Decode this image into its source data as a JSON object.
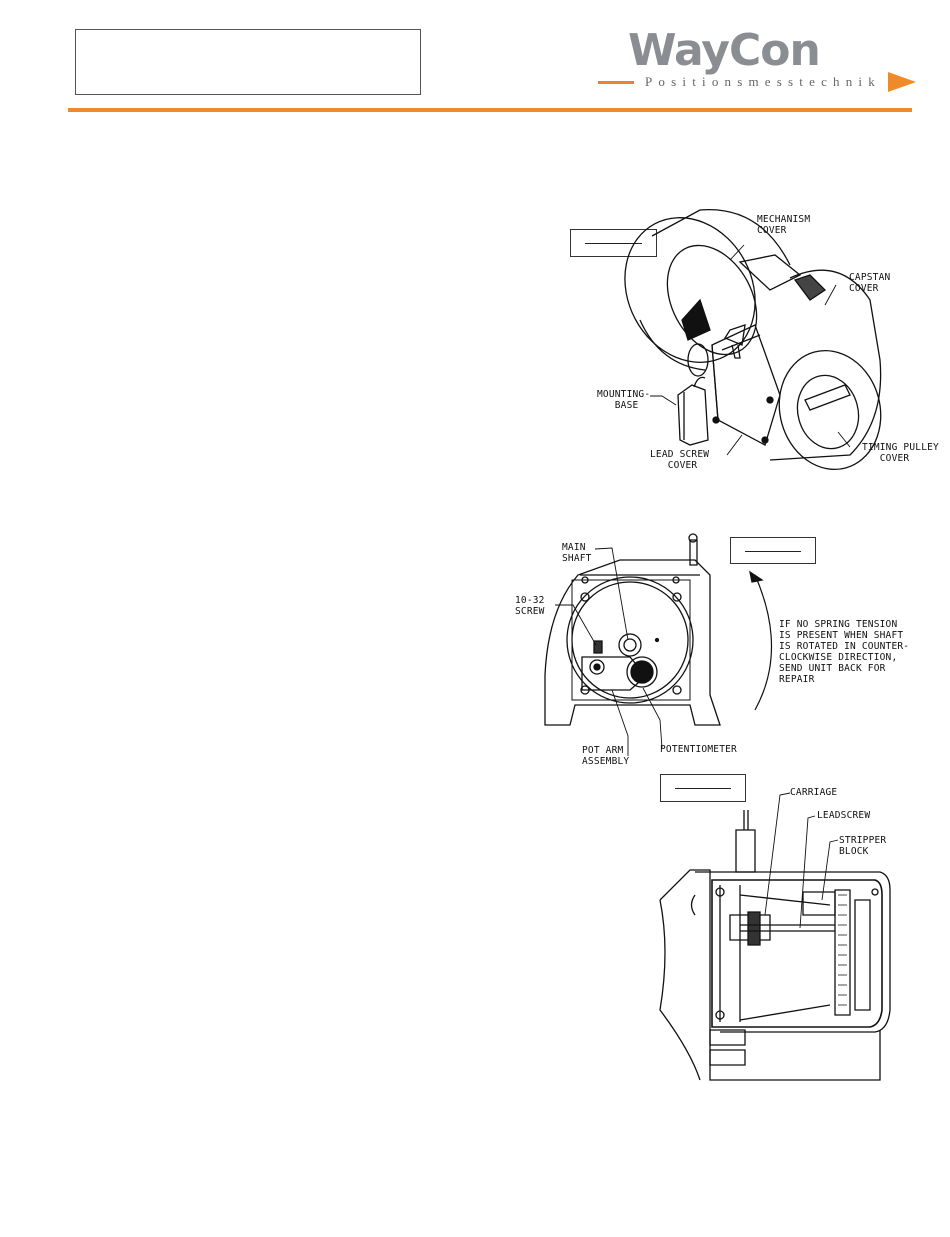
{
  "header": {
    "logo_text": "WayCon",
    "logo_tagline": "Positionsmesstechnik",
    "brand_colors": {
      "orange": "#ef8a2a",
      "logo_grey": "#8a8d92"
    }
  },
  "figure1": {
    "labels": {
      "mechanism_cover": "MECHANISM\nCOVER",
      "capstan_cover": "CAPSTAN\nCOVER",
      "mounting_base": "MOUNTING-\n   BASE",
      "lead_screw_cover": "LEAD SCREW\n   COVER",
      "timing_pulley_cover": "TIMING PULLEY\n   COVER"
    }
  },
  "figure2": {
    "labels": {
      "main_shaft": "MAIN\nSHAFT",
      "screw": "10-32\nSCREW",
      "pot_arm_assembly": "POT ARM\nASSEMBLY",
      "potentiometer": "POTENTIOMETER",
      "note": "IF NO SPRING TENSION\nIS PRESENT WHEN SHAFT\nIS ROTATED IN COUNTER-\nCLOCKWISE DIRECTION,\nSEND UNIT BACK FOR\nREPAIR"
    }
  },
  "figure3": {
    "labels": {
      "carriage": "CARRIAGE",
      "leadscrew": "LEADSCREW",
      "stripper_block": "STRIPPER\nBLOCK"
    }
  }
}
